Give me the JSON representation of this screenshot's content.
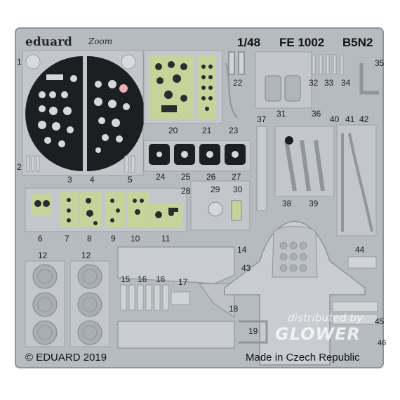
{
  "header": {
    "brand": "eduard",
    "brand_sub": "Zoom",
    "scale": "1/48",
    "product_code": "FE 1002",
    "model": "B5N2"
  },
  "footer": {
    "copyright": "© EDUARD 2019",
    "origin": "Made in Czech Republic"
  },
  "watermark": {
    "line1": "distributed by",
    "line2": "GLOWER"
  },
  "part_numbers": {
    "p1": "1",
    "p2": "2",
    "p3": "3",
    "p4": "4",
    "p5": "5",
    "p6": "6",
    "p7": "7",
    "p8": "8",
    "p9": "9",
    "p10": "10",
    "p11": "11",
    "p12a": "12",
    "p12b": "12",
    "p14": "14",
    "p15": "15",
    "p16a": "16",
    "p16b": "16",
    "p17": "17",
    "p18": "18",
    "p19": "19",
    "p20": "20",
    "p21": "21",
    "p22": "22",
    "p23": "23",
    "p24": "24",
    "p25": "25",
    "p26": "26",
    "p27": "27",
    "p28": "28",
    "p29": "29",
    "p30": "30",
    "p31": "31",
    "p32": "32",
    "p33": "33",
    "p34": "34",
    "p35": "35",
    "p36": "36",
    "p37": "37",
    "p38": "38",
    "p39": "39",
    "p40": "40",
    "p41": "41",
    "p42": "42",
    "p43": "43",
    "p44": "44",
    "p45": "45",
    "p46": "46"
  },
  "colors": {
    "fret": "#b6bbc0",
    "fret_edge": "#8f959b",
    "part": "#c9cdd1",
    "panel_dark": "#1c1f22",
    "panel_green": "#c6d49b",
    "text": "#111111"
  }
}
